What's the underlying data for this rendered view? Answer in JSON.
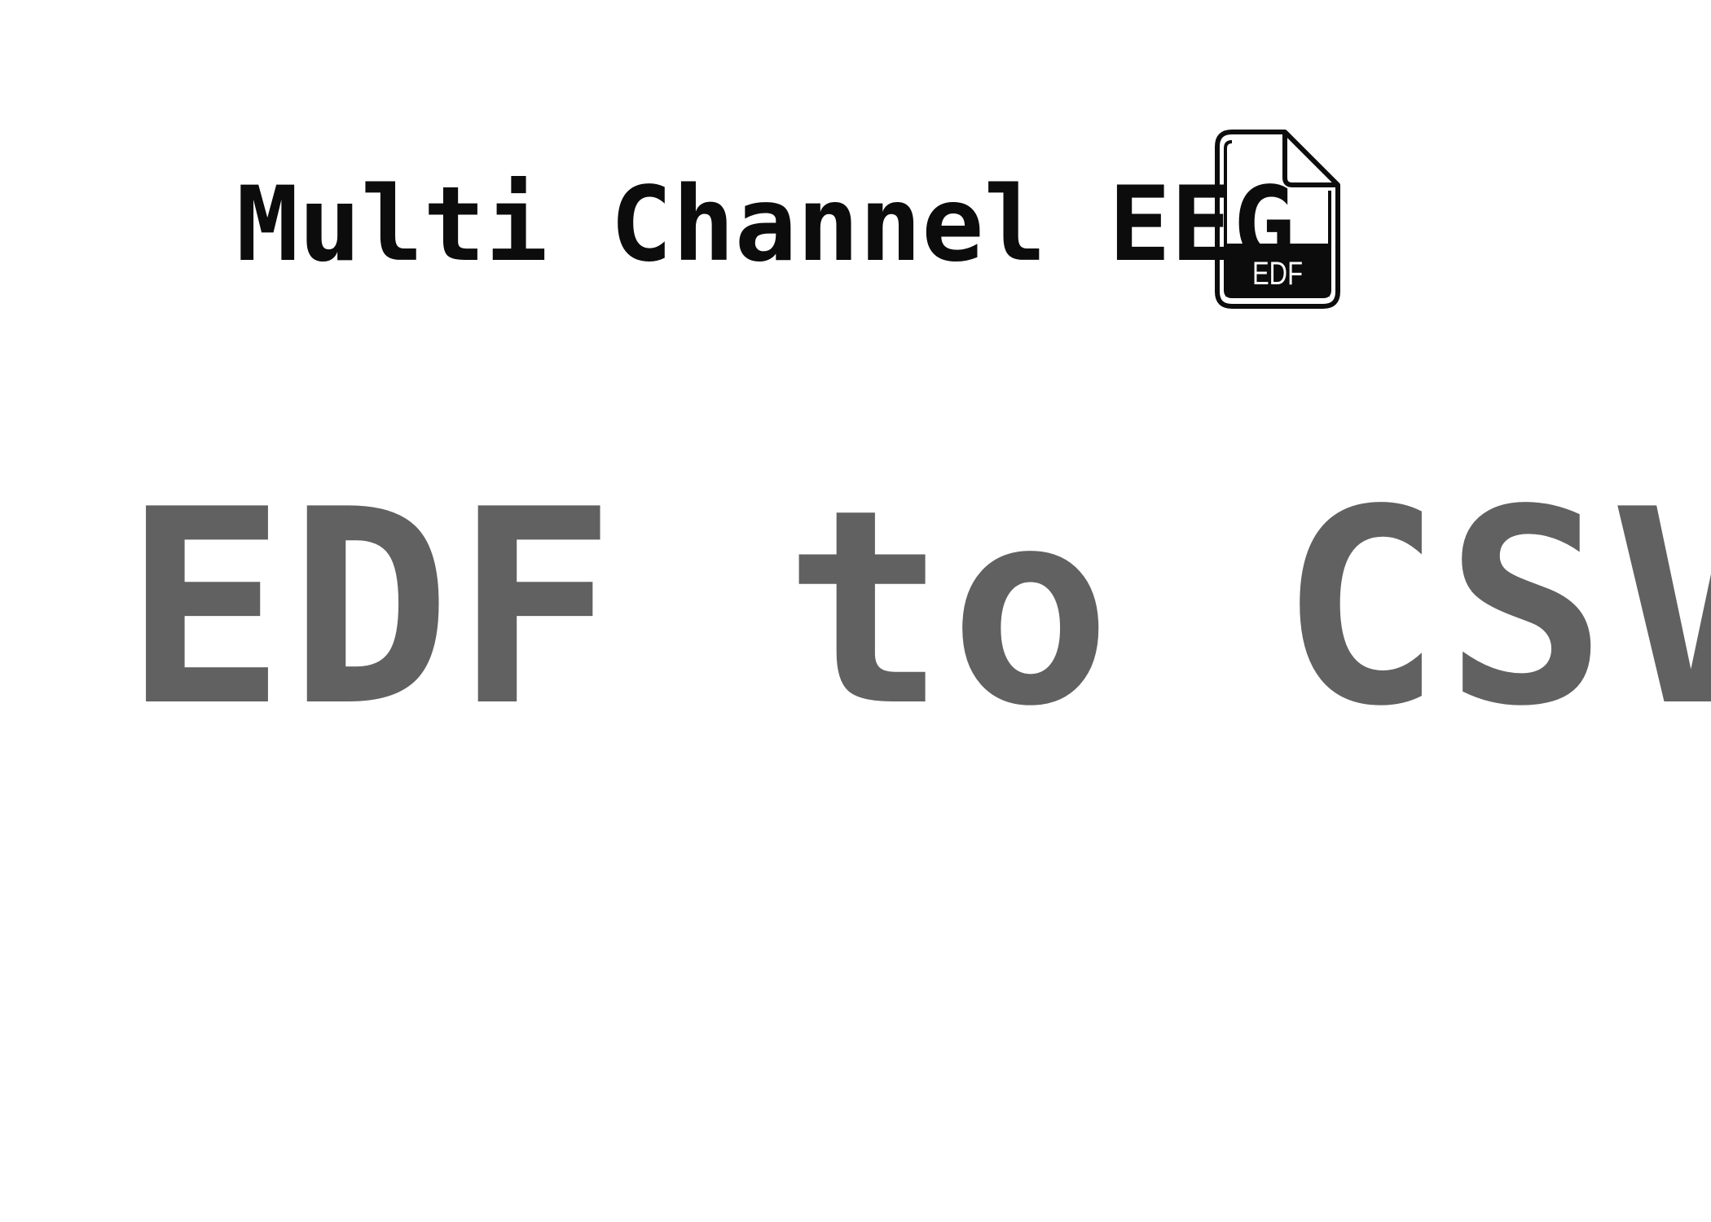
{
  "subtitle": "Multi Channel EEG",
  "file_icon": {
    "name": "edf-file-icon",
    "label": "EDF"
  },
  "headline": "EDF to CSV",
  "colors": {
    "subtitle": "#0c0c0c",
    "headline": "#616161",
    "background": "#ffffff"
  }
}
